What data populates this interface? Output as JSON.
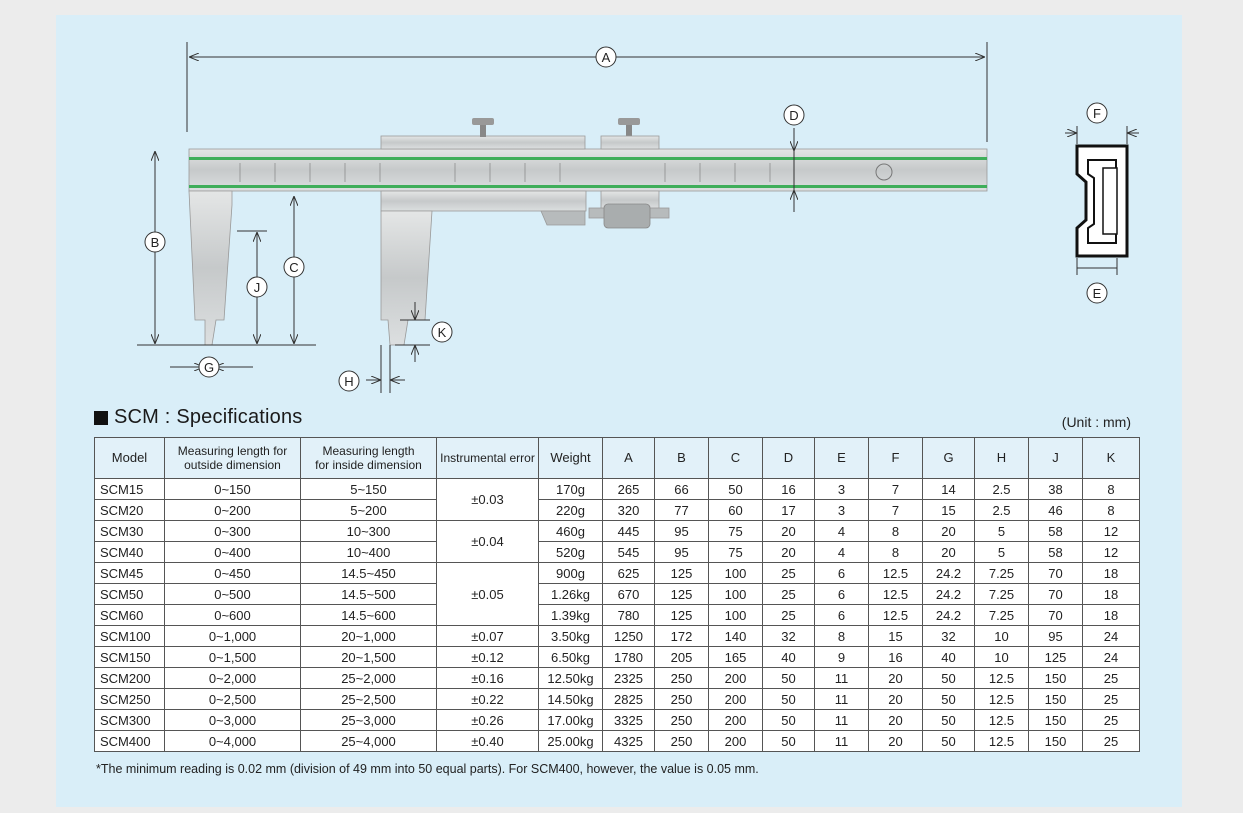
{
  "dimension_labels": {
    "A": "A",
    "B": "B",
    "C": "C",
    "D": "D",
    "E": "E",
    "F": "F",
    "G": "G",
    "H": "H",
    "J": "J",
    "K": "K"
  },
  "title": "SCM : Specifications",
  "unit": "(Unit : mm)",
  "headers": {
    "model": "Model",
    "outside_1": "Measuring length for",
    "outside_2": "outside dimension",
    "inside_1": "Measuring length",
    "inside_2": "for inside dimension",
    "error": "Instrumental error",
    "weight": "Weight",
    "dims": [
      "A",
      "B",
      "C",
      "D",
      "E",
      "F",
      "G",
      "H",
      "J",
      "K"
    ]
  },
  "rows": [
    {
      "model": "SCM15",
      "outside": "0~150",
      "inside": "5~150",
      "weight": "170g",
      "dims": [
        "265",
        "66",
        "50",
        "16",
        "3",
        "7",
        "14",
        "2.5",
        "38",
        "8"
      ]
    },
    {
      "model": "SCM20",
      "outside": "0~200",
      "inside": "5~200",
      "weight": "220g",
      "dims": [
        "320",
        "77",
        "60",
        "17",
        "3",
        "7",
        "15",
        "2.5",
        "46",
        "8"
      ]
    },
    {
      "model": "SCM30",
      "outside": "0~300",
      "inside": "10~300",
      "weight": "460g",
      "dims": [
        "445",
        "95",
        "75",
        "20",
        "4",
        "8",
        "20",
        "5",
        "58",
        "12"
      ]
    },
    {
      "model": "SCM40",
      "outside": "0~400",
      "inside": "10~400",
      "weight": "520g",
      "dims": [
        "545",
        "95",
        "75",
        "20",
        "4",
        "8",
        "20",
        "5",
        "58",
        "12"
      ]
    },
    {
      "model": "SCM45",
      "outside": "0~450",
      "inside": "14.5~450",
      "weight": "900g",
      "dims": [
        "625",
        "125",
        "100",
        "25",
        "6",
        "12.5",
        "24.2",
        "7.25",
        "70",
        "18"
      ]
    },
    {
      "model": "SCM50",
      "outside": "0~500",
      "inside": "14.5~500",
      "weight": "1.26kg",
      "dims": [
        "670",
        "125",
        "100",
        "25",
        "6",
        "12.5",
        "24.2",
        "7.25",
        "70",
        "18"
      ]
    },
    {
      "model": "SCM60",
      "outside": "0~600",
      "inside": "14.5~600",
      "weight": "1.39kg",
      "dims": [
        "780",
        "125",
        "100",
        "25",
        "6",
        "12.5",
        "24.2",
        "7.25",
        "70",
        "18"
      ]
    },
    {
      "model": "SCM100",
      "outside": "0~1,000",
      "inside": "20~1,000",
      "weight": "3.50kg",
      "dims": [
        "1250",
        "172",
        "140",
        "32",
        "8",
        "15",
        "32",
        "10",
        "95",
        "24"
      ]
    },
    {
      "model": "SCM150",
      "outside": "0~1,500",
      "inside": "20~1,500",
      "weight": "6.50kg",
      "dims": [
        "1780",
        "205",
        "165",
        "40",
        "9",
        "16",
        "40",
        "10",
        "125",
        "24"
      ]
    },
    {
      "model": "SCM200",
      "outside": "0~2,000",
      "inside": "25~2,000",
      "weight": "12.50kg",
      "dims": [
        "2325",
        "250",
        "200",
        "50",
        "11",
        "20",
        "50",
        "12.5",
        "150",
        "25"
      ]
    },
    {
      "model": "SCM250",
      "outside": "0~2,500",
      "inside": "25~2,500",
      "weight": "14.50kg",
      "dims": [
        "2825",
        "250",
        "200",
        "50",
        "11",
        "20",
        "50",
        "12.5",
        "150",
        "25"
      ]
    },
    {
      "model": "SCM300",
      "outside": "0~3,000",
      "inside": "25~3,000",
      "weight": "17.00kg",
      "dims": [
        "3325",
        "250",
        "200",
        "50",
        "11",
        "20",
        "50",
        "12.5",
        "150",
        "25"
      ]
    },
    {
      "model": "SCM400",
      "outside": "0~4,000",
      "inside": "25~4,000",
      "weight": "25.00kg",
      "dims": [
        "4325",
        "250",
        "200",
        "50",
        "11",
        "20",
        "50",
        "12.5",
        "150",
        "25"
      ]
    }
  ],
  "errors": [
    "±0.03",
    "±0.04",
    "±0.05",
    "±0.07",
    "±0.12",
    "±0.16",
    "±0.22",
    "±0.26",
    "±0.40"
  ],
  "footnote": "*The minimum reading is 0.02 mm (division of 49 mm into 50 equal parts). For SCM400, however, the value is 0.05 mm.",
  "colors": {
    "panel": "#d9eef8",
    "header_bg": "#e2f1f9",
    "scale_green": "#3fae5a",
    "metal": "#c9cccc"
  }
}
